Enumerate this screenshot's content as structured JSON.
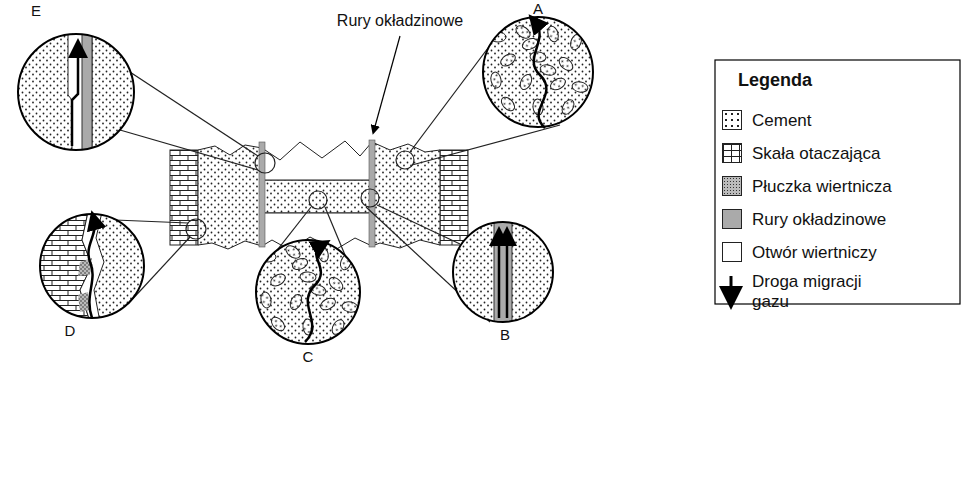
{
  "diagram": {
    "labels": [
      "Rury okładzinowe",
      "A",
      "B",
      "C",
      "D",
      "E",
      "Legenda"
    ],
    "legend": [
      {
        "text": "Cement"
      },
      {
        "text": "Skała otaczająca"
      },
      {
        "text": "Płuczka wiertnicza"
      },
      {
        "text": "Rury okładzinowe",
        "color": "#aaaaaa"
      },
      {
        "text": "Otwór wiertniczy",
        "color": "#ffffff"
      },
      {
        "text": "Droga migracji gazu"
      }
    ]
  }
}
